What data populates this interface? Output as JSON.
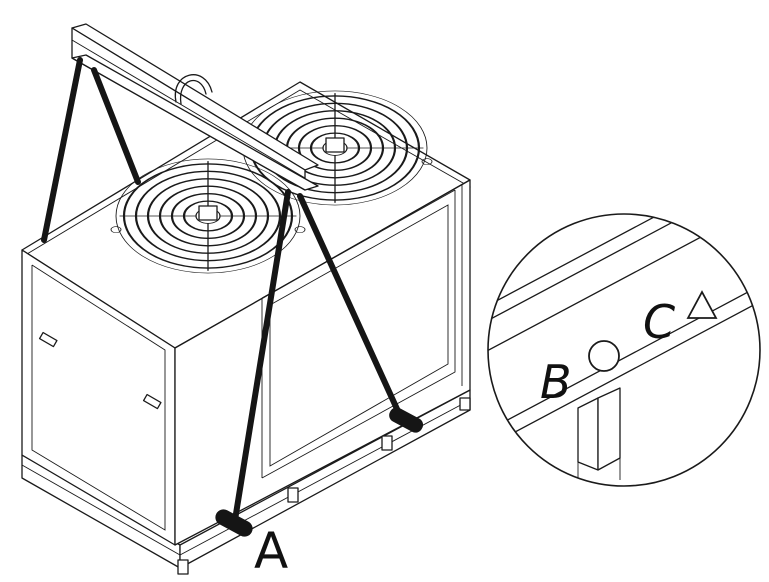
{
  "labels": {
    "a": "A",
    "b": "B",
    "c": "C"
  },
  "symbols": {
    "b_marker": "circle",
    "c_marker": "triangle"
  },
  "colors": {
    "line": "#1a1a1a",
    "strap": "#151515",
    "background": "#ffffff"
  }
}
